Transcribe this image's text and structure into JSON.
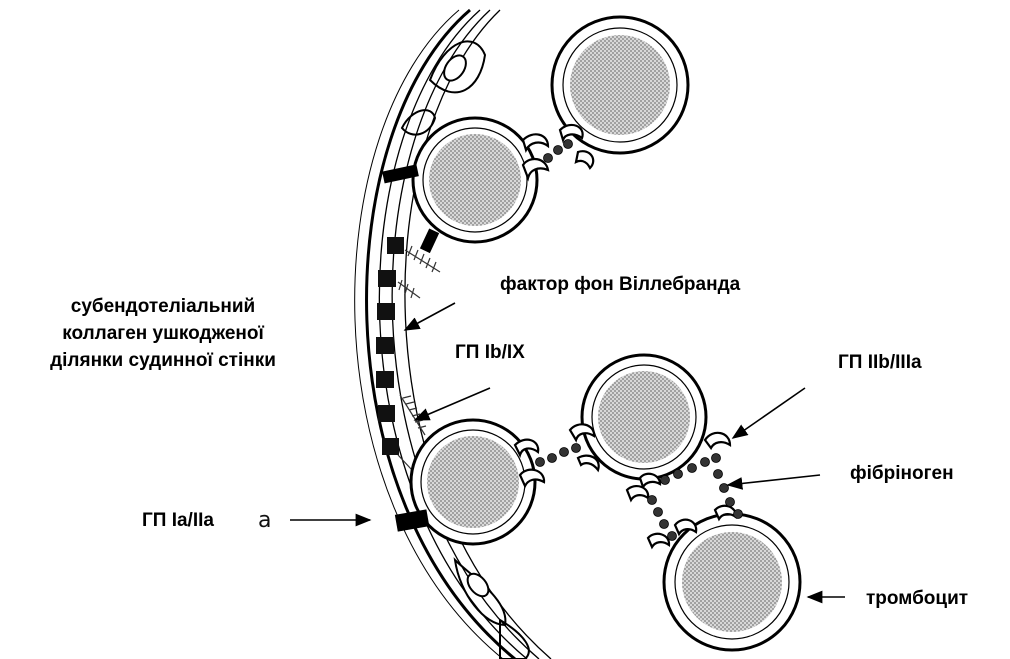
{
  "labels": {
    "vwf": "фактор фон Віллебранда",
    "collagen_line1": "субендотеліальний",
    "collagen_line2": "коллаген ушкодженої",
    "collagen_line3": "ділянки судинної стінки",
    "gp_ib_ix": "ГП Ib/IX",
    "gp_iib_iiia": "ГП IIb/IIIa",
    "fibrinogen": "фібріноген",
    "gp_ia_iia": "ГП Ia/IIa",
    "marker_a": "a",
    "platelet": "тромбоцит"
  },
  "colors": {
    "ink": "#000000",
    "granule_fill": "#c4c4c4",
    "background": "#ffffff"
  }
}
